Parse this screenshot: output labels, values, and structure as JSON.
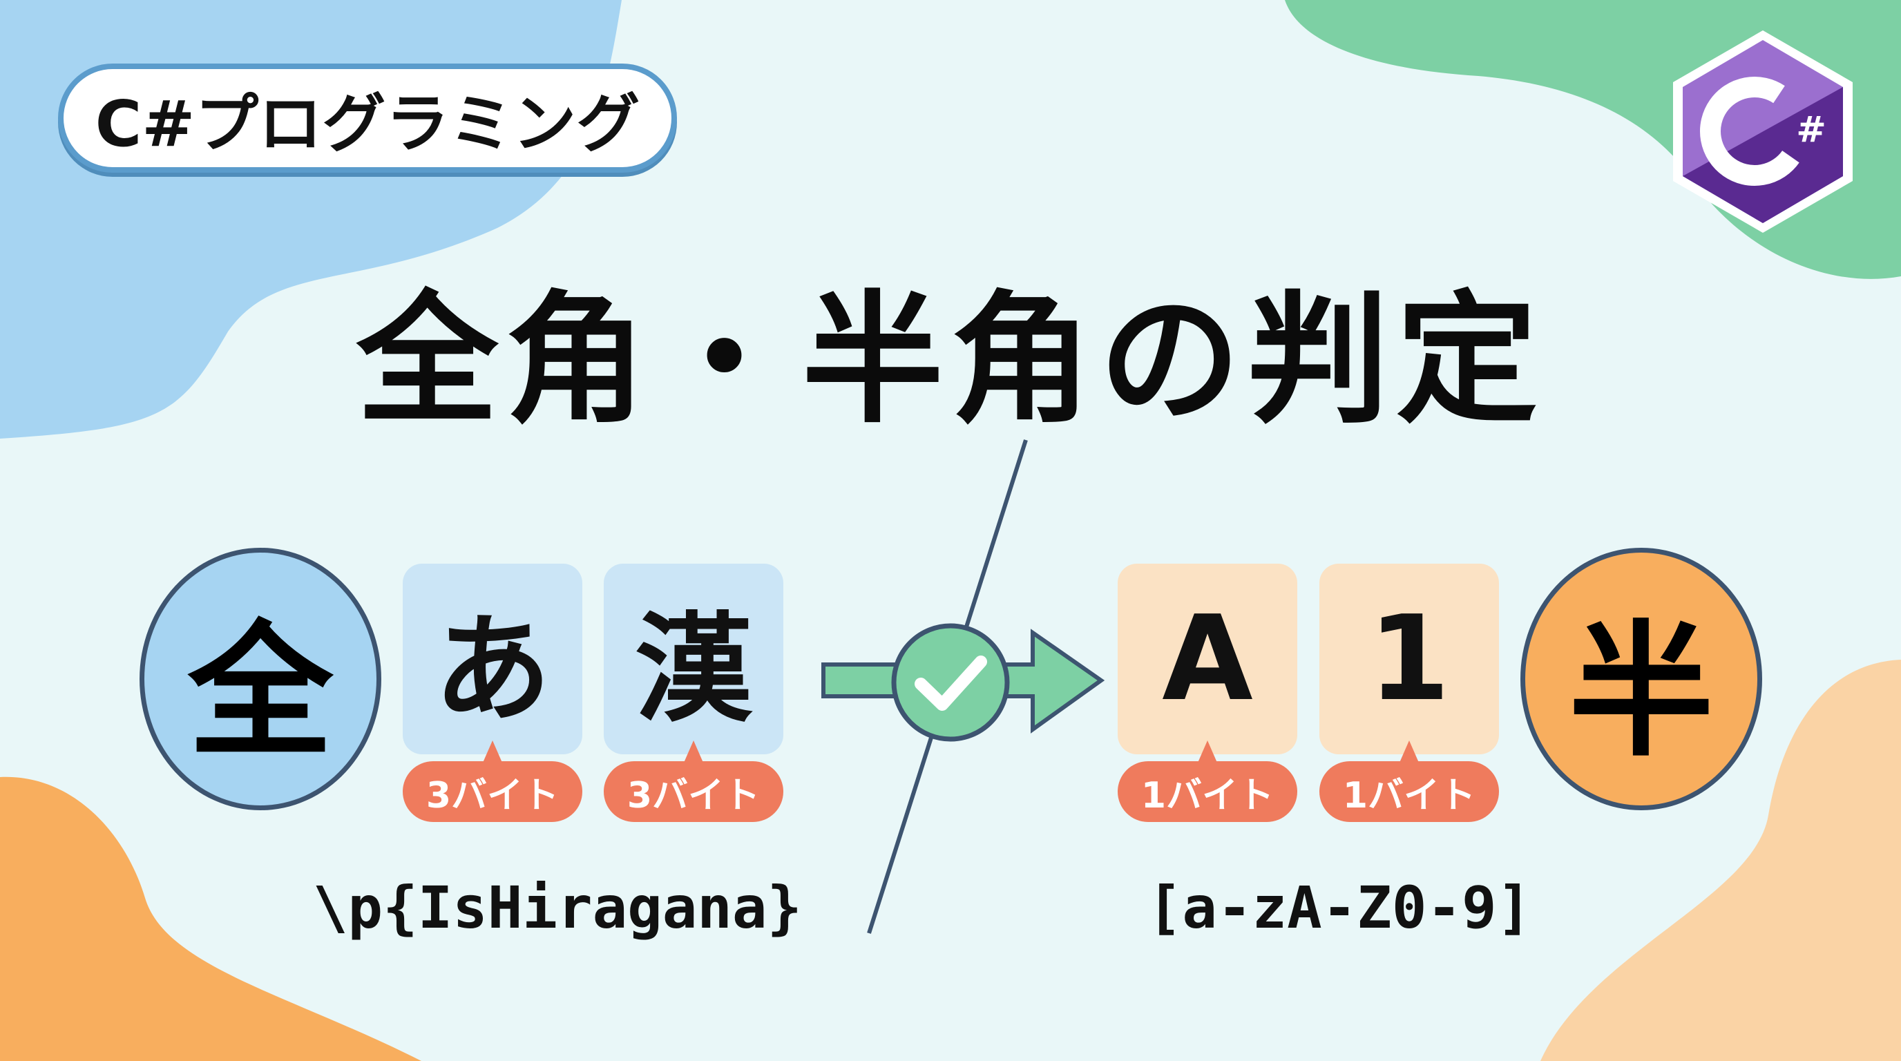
{
  "header": {
    "category_label": "C#プログラミング",
    "logo": {
      "name": "csharp-logo",
      "text": "C#"
    }
  },
  "title": "全角・半角の判定",
  "full_width": {
    "symbol": "全",
    "examples": [
      {
        "char": "あ",
        "bytes": "3バイト"
      },
      {
        "char": "漢",
        "bytes": "3バイト"
      }
    ],
    "regex": "\\p{IsHiragana}"
  },
  "half_width": {
    "symbol": "半",
    "examples": [
      {
        "char": "A",
        "bytes": "1バイト"
      },
      {
        "char": "1",
        "bytes": "1バイト"
      }
    ],
    "regex": "[a-zA-Z0-9]"
  },
  "connector": {
    "icon": "check-icon"
  },
  "colors": {
    "blue": "#a6d4f2",
    "green": "#7dd0a4",
    "orange": "#f8ae5e",
    "peach": "#fad3a5",
    "badge": "#ef7b5d",
    "purple": "#68217a"
  }
}
